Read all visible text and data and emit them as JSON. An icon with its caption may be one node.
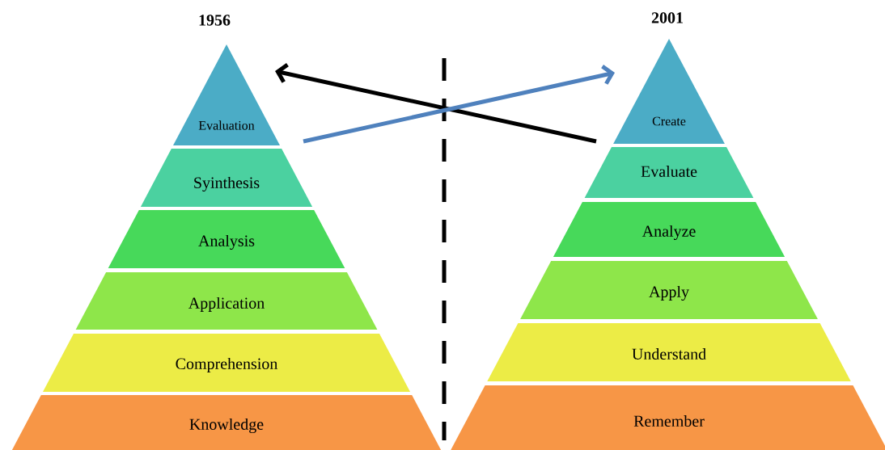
{
  "diagram": {
    "nodes": [
      {
        "text": [
          "Evaluation"
        ]
      },
      {
        "text": [
          "Syinthesis"
        ]
      },
      {
        "text": [
          "Analysis"
        ]
      },
      {
        "text": [
          "Application"
        ]
      },
      {
        "text": [
          "Comprehension"
        ]
      },
      {
        "text": [
          "Knowledge"
        ]
      },
      {
        "text": [
          "Create"
        ]
      },
      {
        "text": [
          "Evaluate"
        ]
      },
      {
        "text": [
          "Analyze"
        ]
      },
      {
        "text": [
          "Apply"
        ]
      },
      {
        "text": [
          "Understand"
        ]
      },
      {
        "text": [
          "Remember"
        ]
      }
    ],
    "edges": [
      {
        "from": null,
        "to": 0,
        "arrow": "to"
      },
      {
        "from": null,
        "to": 6,
        "arrow": "to",
        "color": "#4f81bd"
      }
    ],
    "labels": [
      "1956",
      "2001"
    ]
  }
}
